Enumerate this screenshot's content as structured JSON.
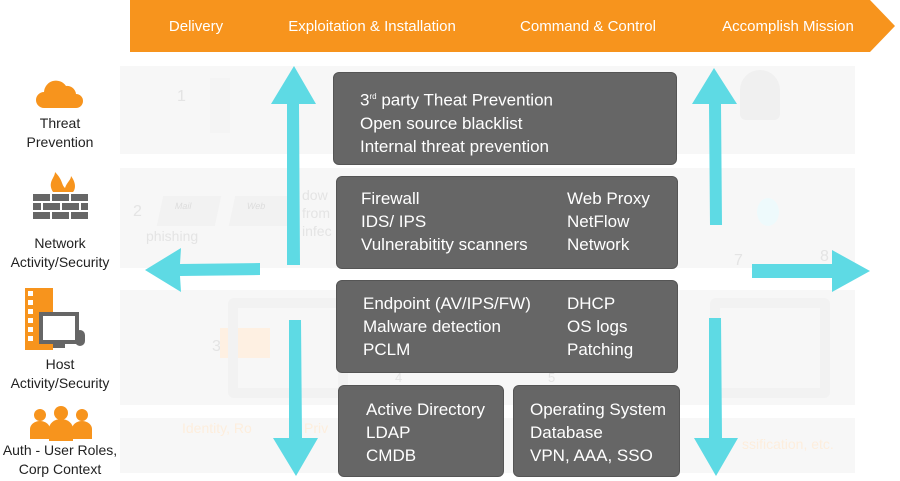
{
  "banner": {
    "stages": [
      "Delivery",
      "Exploitation & Installation",
      "Command & Control",
      "Accomplish Mission"
    ],
    "color": "#F7941D"
  },
  "categories": [
    {
      "label1": "Threat",
      "label2": "Prevention",
      "icon": "cloud-icon"
    },
    {
      "label1": "Network",
      "label2": "Activity/Security",
      "icon": "firewall-icon"
    },
    {
      "label1": "Host",
      "label2": "Activity/Security",
      "icon": "server-computer-icon"
    },
    {
      "label1": "Auth - User Roles,",
      "label2": "Corp Context",
      "icon": "users-icon"
    }
  ],
  "boxes": {
    "threat": {
      "line1_pre": "3",
      "line1_sup": "rd",
      "line1_post": " party Theat Prevention",
      "line2": "Open source blacklist",
      "line3": "Internal threat prevention"
    },
    "network": {
      "left": [
        "Firewall",
        "IDS/ IPS",
        "Vulnerabitity scanners"
      ],
      "right": [
        "Web Proxy",
        "NetFlow",
        "Network"
      ]
    },
    "host": {
      "left": [
        "Endpoint (AV/IPS/FW)",
        "Malware detection",
        "PCLM"
      ],
      "right": [
        "DHCP",
        "OS logs",
        "Patching"
      ]
    },
    "auth_left": [
      "Active Directory",
      "LDAP",
      "CMDB"
    ],
    "auth_right": [
      "Operating System",
      "Database",
      "VPN, AAA, SSO"
    ]
  },
  "background": {
    "steps": [
      "1",
      "2",
      "3",
      "4",
      "5",
      "7",
      "8"
    ],
    "phishing": "phishing",
    "download": [
      "dow",
      "from",
      "infec"
    ],
    "mail": "Mail",
    "web": "Web",
    "identity_left": "Identity,  Ro",
    "identity_mid": "Priv",
    "identity_right": "ssification,  etc."
  },
  "colors": {
    "box": "#666666",
    "arrow": "#5EDAE4",
    "accent": "#F7941D"
  }
}
